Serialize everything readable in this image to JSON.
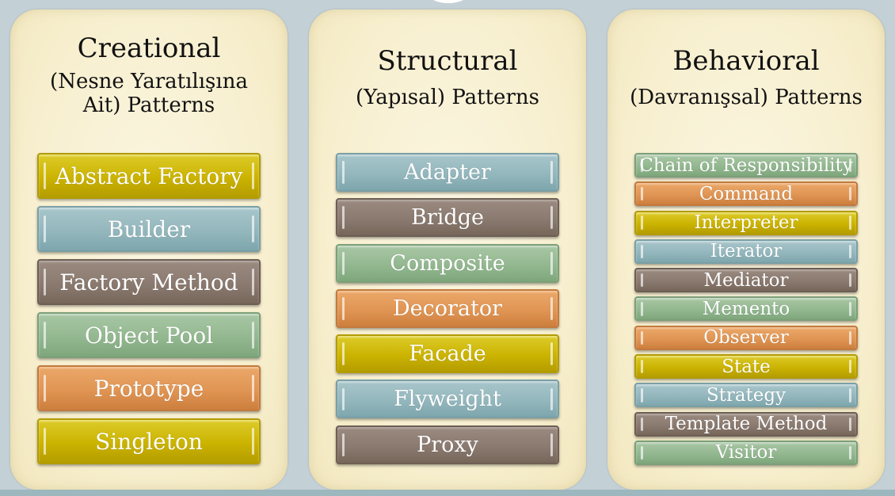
{
  "columns": [
    {
      "title": "Creational",
      "subtitle": "(Nesne Yaratılışına Ait) Patterns",
      "items": [
        {
          "label": "Abstract Factory",
          "color": "yellow"
        },
        {
          "label": "Builder",
          "color": "blue"
        },
        {
          "label": "Factory Method",
          "color": "brown"
        },
        {
          "label": "Object Pool",
          "color": "green"
        },
        {
          "label": "Prototype",
          "color": "orange"
        },
        {
          "label": "Singleton",
          "color": "yellow"
        }
      ]
    },
    {
      "title": "Structural",
      "subtitle": "(Yapısal) Patterns",
      "items": [
        {
          "label": "Adapter",
          "color": "blue"
        },
        {
          "label": "Bridge",
          "color": "brown"
        },
        {
          "label": "Composite",
          "color": "green"
        },
        {
          "label": "Decorator",
          "color": "orange"
        },
        {
          "label": "Facade",
          "color": "yellow"
        },
        {
          "label": "Flyweight",
          "color": "blue"
        },
        {
          "label": "Proxy",
          "color": "brown"
        }
      ]
    },
    {
      "title": "Behavioral",
      "subtitle": "(Davranışsal) Patterns",
      "items": [
        {
          "label": "Chain of Responsibility",
          "color": "green"
        },
        {
          "label": "Command",
          "color": "orange"
        },
        {
          "label": "Interpreter",
          "color": "yellow"
        },
        {
          "label": "Iterator",
          "color": "blue"
        },
        {
          "label": "Mediator",
          "color": "brown"
        },
        {
          "label": "Memento",
          "color": "green"
        },
        {
          "label": "Observer",
          "color": "orange"
        },
        {
          "label": "State",
          "color": "yellow"
        },
        {
          "label": "Strategy",
          "color": "blue"
        },
        {
          "label": "Template Method",
          "color": "brown"
        },
        {
          "label": "Visitor",
          "color": "green"
        }
      ]
    }
  ],
  "colors": {
    "yellow": "#cbb300",
    "blue": "#93b7bd",
    "brown": "#8b7a70",
    "green": "#93b890",
    "orange": "#e09554",
    "panel": "#f7efcf",
    "background": "#c3d0d6"
  }
}
